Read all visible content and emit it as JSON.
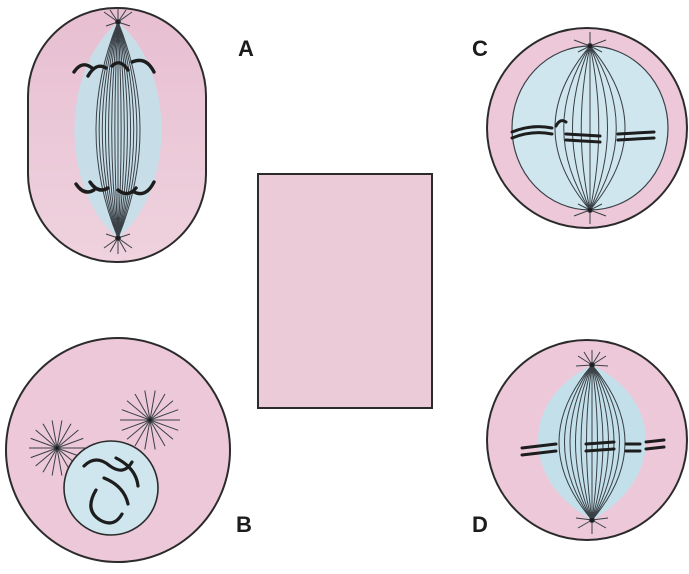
{
  "labels": {
    "a": "A",
    "b": "B",
    "c": "C",
    "d": "D"
  },
  "colors": {
    "cytoplasm": "#ecc8d8",
    "nucleus": "#cfe6ef",
    "spindle_line": "#3a4046",
    "chromosome": "#1d1d1d",
    "outline": "#2b2b2b",
    "blank_box": "#eccbd9"
  }
}
